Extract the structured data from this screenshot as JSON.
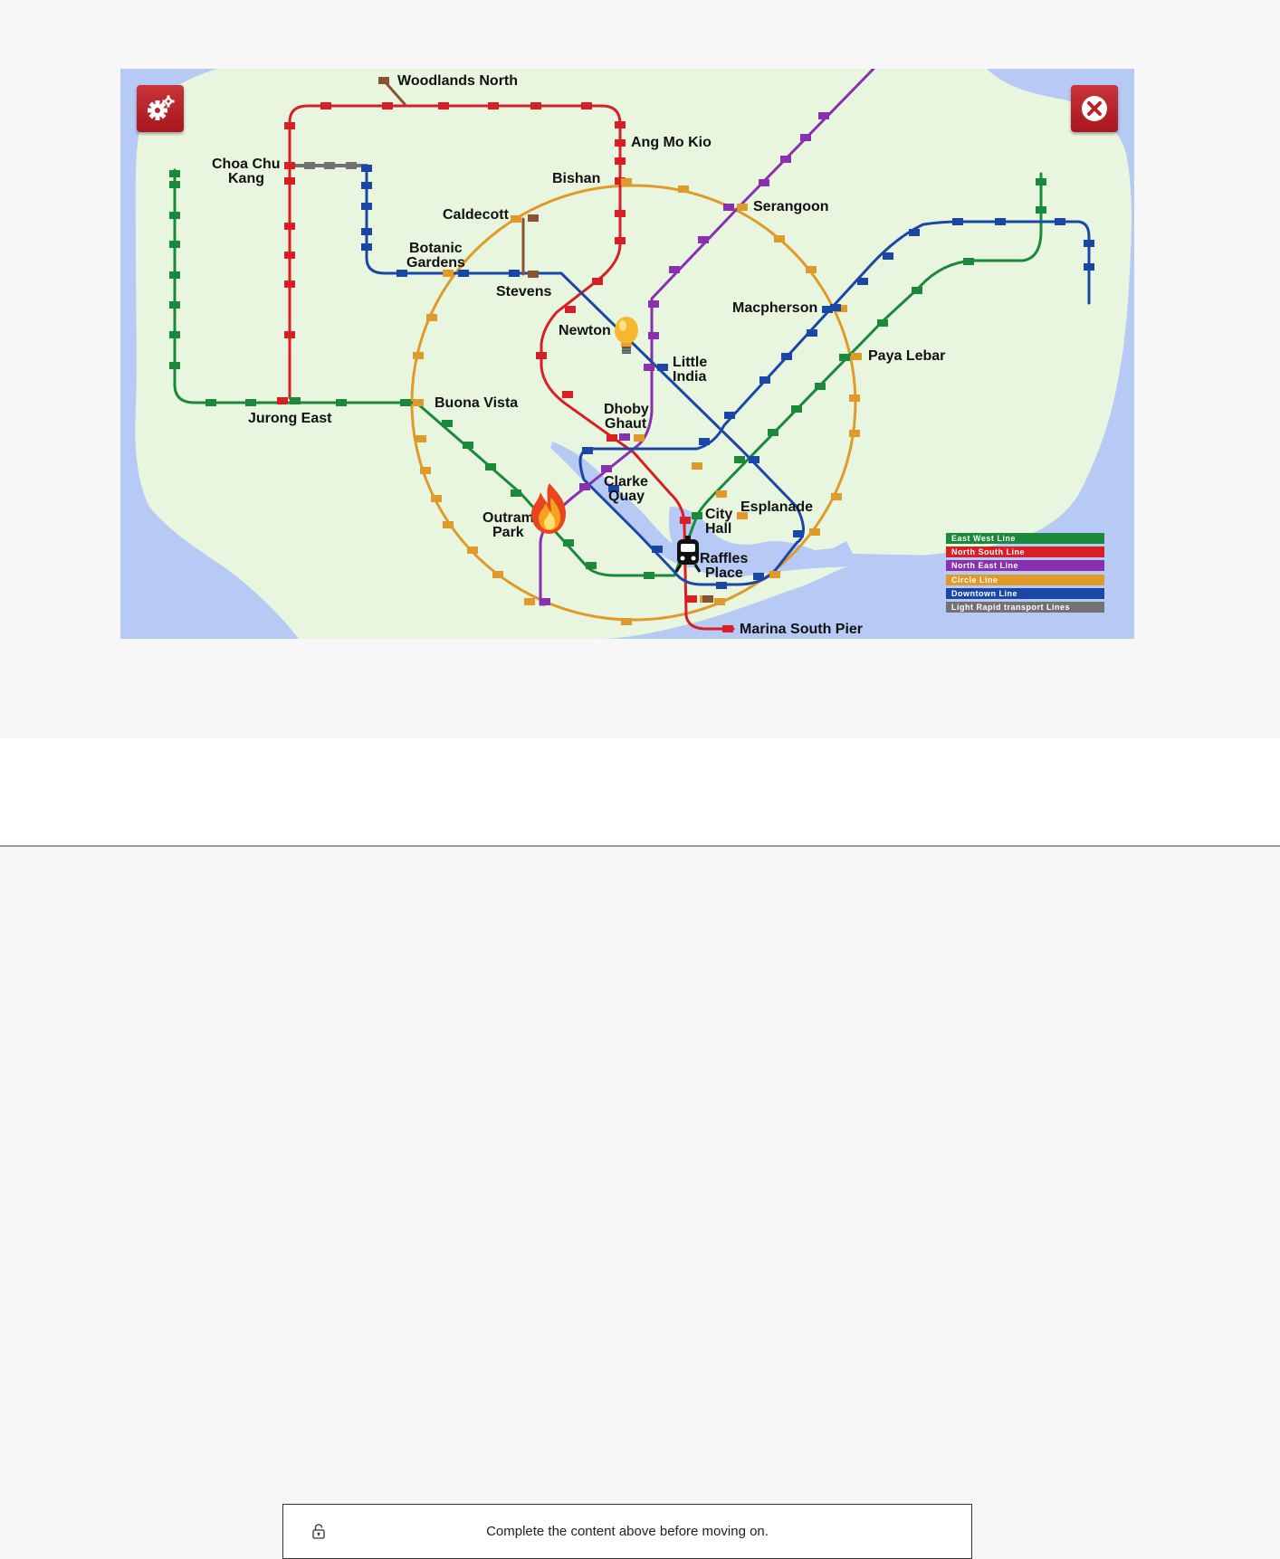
{
  "map": {
    "stations": [
      {
        "id": "woodlands-north",
        "label": [
          "Woodlands North"
        ]
      },
      {
        "id": "ang-mo-kio",
        "label": [
          "Ang Mo Kio"
        ]
      },
      {
        "id": "choa-chu-kang",
        "label": [
          "Choa Chu",
          "Kang"
        ]
      },
      {
        "id": "bishan",
        "label": [
          "Bishan"
        ]
      },
      {
        "id": "serangoon",
        "label": [
          "Serangoon"
        ]
      },
      {
        "id": "caldecott",
        "label": [
          "Caldecott"
        ]
      },
      {
        "id": "botanic-gardens",
        "label": [
          "Botanic",
          "Gardens"
        ]
      },
      {
        "id": "stevens",
        "label": [
          "Stevens"
        ]
      },
      {
        "id": "macpherson",
        "label": [
          "Macpherson"
        ]
      },
      {
        "id": "newton",
        "label": [
          "Newton"
        ]
      },
      {
        "id": "paya-lebar",
        "label": [
          "Paya Lebar"
        ]
      },
      {
        "id": "little-india",
        "label": [
          "Little",
          "India"
        ]
      },
      {
        "id": "buona-vista",
        "label": [
          "Buona Vista"
        ]
      },
      {
        "id": "jurong-east",
        "label": [
          "Jurong East"
        ]
      },
      {
        "id": "dhoby-ghaut",
        "label": [
          "Dhoby",
          "Ghaut"
        ]
      },
      {
        "id": "clarke-quay",
        "label": [
          "Clarke",
          "Quay"
        ]
      },
      {
        "id": "esplanade",
        "label": [
          "Esplanade"
        ]
      },
      {
        "id": "outram-park",
        "label": [
          "Outram",
          "Park"
        ]
      },
      {
        "id": "city-hall",
        "label": [
          "City",
          "Hall"
        ]
      },
      {
        "id": "raffles-place",
        "label": [
          "Raffles",
          "Place"
        ]
      },
      {
        "id": "marina-south-pier",
        "label": [
          "Marina South Pier"
        ]
      }
    ],
    "legend": [
      {
        "label": "East West Line",
        "color": "#1a8a3a"
      },
      {
        "label": "North South Line",
        "color": "#d81f26"
      },
      {
        "label": "North East Line",
        "color": "#8a2fb0"
      },
      {
        "label": "Circle Line",
        "color": "#e09a2a"
      },
      {
        "label": "Downtown Line",
        "color": "#1a47a6"
      },
      {
        "label": "Light Rapid transport Lines",
        "color": "#727272"
      }
    ],
    "icons": {
      "hint": "lightbulb-icon",
      "hazard": "fire-icon",
      "player": "train-icon",
      "settings": "gear-icon",
      "close": "close-icon"
    }
  },
  "footer": {
    "notice": "Complete the content above before moving on.",
    "icon": "lock-icon"
  }
}
